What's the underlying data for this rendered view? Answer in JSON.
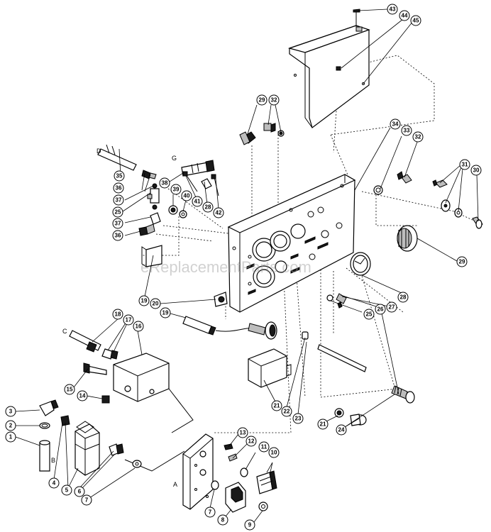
{
  "watermark": "eReplacementParts.com",
  "letters": {
    "b": "B",
    "a": "A",
    "c": "C",
    "d": "D",
    "g": "G"
  },
  "callouts": [
    {
      "id": "c43",
      "label": "43"
    },
    {
      "id": "c44",
      "label": "44"
    },
    {
      "id": "c45",
      "label": "45"
    },
    {
      "id": "c29a",
      "label": "29"
    },
    {
      "id": "c32a",
      "label": "32"
    },
    {
      "id": "c34",
      "label": "34"
    },
    {
      "id": "c33",
      "label": "33"
    },
    {
      "id": "c32b",
      "label": "32"
    },
    {
      "id": "c31",
      "label": "31"
    },
    {
      "id": "c30",
      "label": "30"
    },
    {
      "id": "c29b",
      "label": "29"
    },
    {
      "id": "c35",
      "label": "35"
    },
    {
      "id": "c36a",
      "label": "36"
    },
    {
      "id": "c37a",
      "label": "37"
    },
    {
      "id": "c25a",
      "label": "25"
    },
    {
      "id": "c37b",
      "label": "37"
    },
    {
      "id": "c36b",
      "label": "36"
    },
    {
      "id": "c38",
      "label": "38"
    },
    {
      "id": "c39",
      "label": "39"
    },
    {
      "id": "c40",
      "label": "40"
    },
    {
      "id": "c41",
      "label": "41"
    },
    {
      "id": "c28a",
      "label": "28"
    },
    {
      "id": "c42",
      "label": "42"
    },
    {
      "id": "c19a",
      "label": "19"
    },
    {
      "id": "c20",
      "label": "20"
    },
    {
      "id": "c19b",
      "label": "19"
    },
    {
      "id": "c28b",
      "label": "28"
    },
    {
      "id": "c27",
      "label": "27"
    },
    {
      "id": "c26",
      "label": "26"
    },
    {
      "id": "c25b",
      "label": "25"
    },
    {
      "id": "c18",
      "label": "18"
    },
    {
      "id": "c17",
      "label": "17"
    },
    {
      "id": "c16",
      "label": "16"
    },
    {
      "id": "c15",
      "label": "15"
    },
    {
      "id": "c14",
      "label": "14"
    },
    {
      "id": "c21a",
      "label": "21"
    },
    {
      "id": "c22",
      "label": "22"
    },
    {
      "id": "c23",
      "label": "23"
    },
    {
      "id": "c21b",
      "label": "21"
    },
    {
      "id": "c24",
      "label": "24"
    },
    {
      "id": "c3",
      "label": "3"
    },
    {
      "id": "c2",
      "label": "2"
    },
    {
      "id": "c1",
      "label": "1"
    },
    {
      "id": "c4",
      "label": "4"
    },
    {
      "id": "c5",
      "label": "5"
    },
    {
      "id": "c6",
      "label": "6"
    },
    {
      "id": "c7a",
      "label": "7"
    },
    {
      "id": "c13",
      "label": "13"
    },
    {
      "id": "c12",
      "label": "12"
    },
    {
      "id": "c11",
      "label": "11"
    },
    {
      "id": "c10",
      "label": "10"
    },
    {
      "id": "c7b",
      "label": "7"
    },
    {
      "id": "c8",
      "label": "8"
    },
    {
      "id": "c9",
      "label": "9"
    }
  ]
}
